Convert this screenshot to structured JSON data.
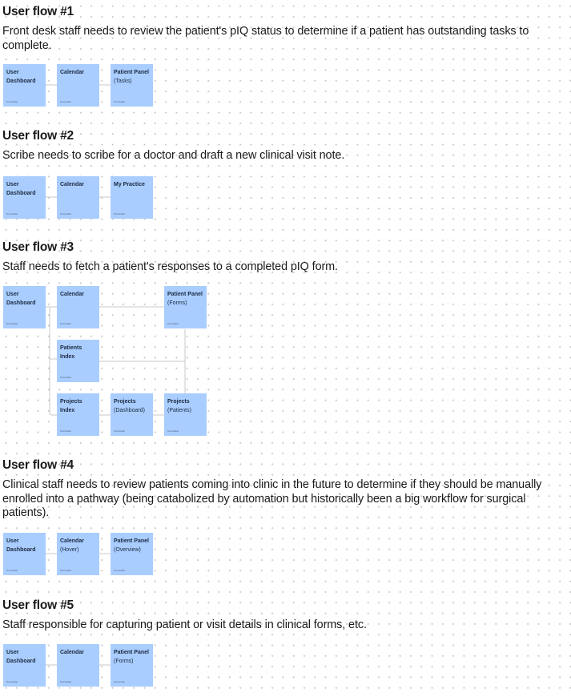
{
  "flows": [
    {
      "title": "User flow #1",
      "description": "Front desk staff needs to review the patient's pIQ status to determine if a patient has outstanding tasks to complete.",
      "cards": [
        {
          "id": "dashboard",
          "title_bold": "User",
          "title_bold2": "Dashboard",
          "subtitle": "",
          "footer": "Text handler"
        },
        {
          "id": "calendar",
          "title_bold": "Calendar",
          "title_bold2": "",
          "subtitle": "",
          "footer": "Text handler"
        },
        {
          "id": "patient-panel",
          "title_bold": "Patient Panel",
          "title_bold2": "",
          "subtitle": "(Tasks)",
          "footer": "Text handler"
        }
      ]
    },
    {
      "title": "User flow #2",
      "description": "Scribe needs to scribe for a doctor and draft a new clinical visit note.",
      "cards": [
        {
          "id": "dashboard",
          "title_bold": "User",
          "title_bold2": "Dashboard",
          "subtitle": "",
          "footer": "Text handler"
        },
        {
          "id": "calendar",
          "title_bold": "Calendar",
          "title_bold2": "",
          "subtitle": "",
          "footer": "Text handler"
        },
        {
          "id": "my-practice",
          "title_bold": "My Practice",
          "title_bold2": "",
          "subtitle": "",
          "footer": "Text handler"
        }
      ]
    },
    {
      "title": "User flow #3",
      "description": "Staff needs to fetch a patient's responses to a completed pIQ form.",
      "cards": [
        {
          "id": "dashboard",
          "title_bold": "User",
          "title_bold2": "Dashboard",
          "subtitle": "",
          "footer": "Text handler"
        },
        {
          "id": "calendar",
          "title_bold": "Calendar",
          "title_bold2": "",
          "subtitle": "",
          "footer": "Text handler"
        },
        {
          "id": "patient-panel",
          "title_bold": "Patient Panel",
          "title_bold2": "",
          "subtitle": "(Forms)",
          "footer": "Text handler"
        },
        {
          "id": "patients-index",
          "title_bold": "Patients",
          "title_bold2": "Index",
          "subtitle": "",
          "footer": "Text handler"
        },
        {
          "id": "projects-index",
          "title_bold": "Projects",
          "title_bold2": "Index",
          "subtitle": "",
          "footer": "Text handler"
        },
        {
          "id": "projects-dashboard",
          "title_bold": "Projects",
          "title_bold2": "",
          "subtitle": "(Dashboard)",
          "footer": "Text handler"
        },
        {
          "id": "projects-patients",
          "title_bold": "Projects",
          "title_bold2": "",
          "subtitle": "(Patients)",
          "footer": "Text handler"
        }
      ]
    },
    {
      "title": "User flow #4",
      "description": "Clinical staff needs to review patients coming into clinic in the future to determine if they should be manually enrolled into a pathway (being catabolized by automation but historically been a big workflow for surgical patients).",
      "cards": [
        {
          "id": "dashboard",
          "title_bold": "User",
          "title_bold2": "Dashboard",
          "subtitle": "",
          "footer": "Text handler"
        },
        {
          "id": "calendar",
          "title_bold": "Calendar",
          "title_bold2": "",
          "subtitle": "(Hover)",
          "footer": "Text handler"
        },
        {
          "id": "patient-panel",
          "title_bold": "Patient Panel",
          "title_bold2": "",
          "subtitle": "(Overview)",
          "footer": "Text handler"
        }
      ]
    },
    {
      "title": "User flow #5",
      "description": "Staff responsible for capturing patient or visit details in clinical forms, etc.",
      "cards": [
        {
          "id": "dashboard",
          "title_bold": "User",
          "title_bold2": "Dashboard",
          "subtitle": "",
          "footer": "Text handler"
        },
        {
          "id": "calendar",
          "title_bold": "Calendar",
          "title_bold2": "",
          "subtitle": "",
          "footer": "Text handler"
        },
        {
          "id": "patient-panel",
          "title_bold": "Patient Panel",
          "title_bold2": "",
          "subtitle": "(Forms)",
          "footer": "Text handler"
        }
      ]
    }
  ],
  "colors": {
    "card": "#a9cdff",
    "connector": "#c9c9c9"
  }
}
